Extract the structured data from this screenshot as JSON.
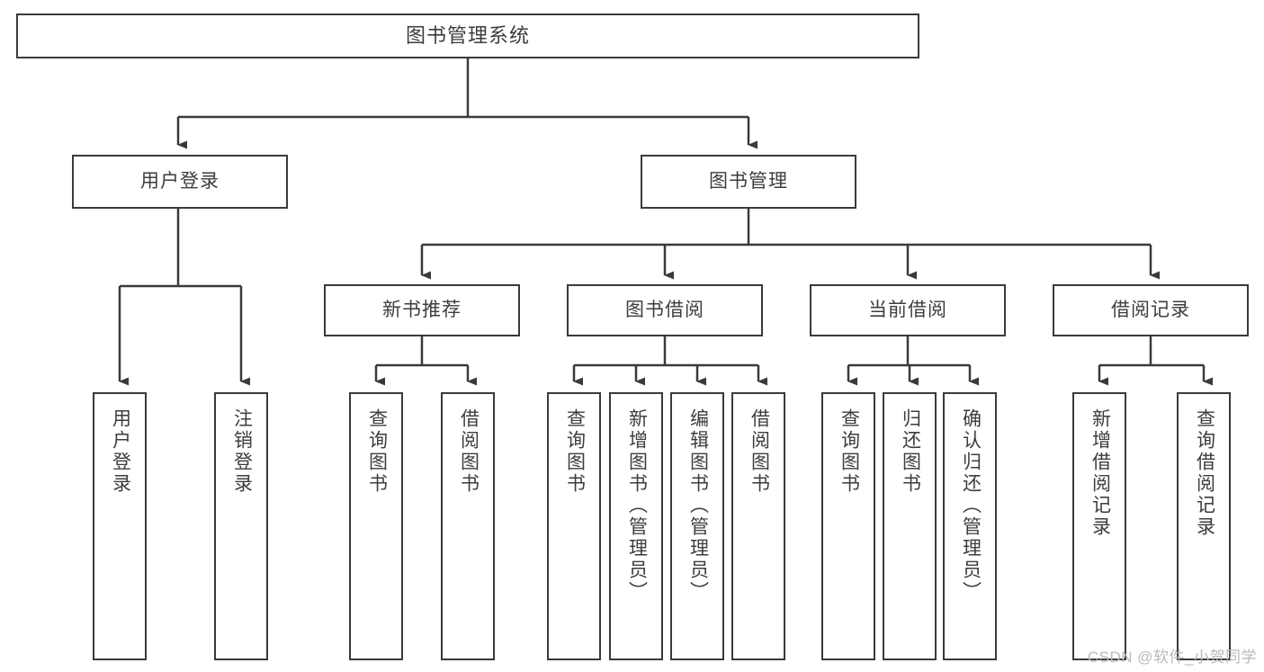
{
  "diagram": {
    "title": "图书管理系统",
    "type": "tree-hierarchy",
    "colors": {
      "box_border": "#3a3a3a",
      "box_fill": "#ffffff",
      "edge": "#3a3a3a",
      "text": "#3d3d3d",
      "watermark": "#b9b9b9",
      "background": "#ffffff"
    },
    "watermark": "CSDN @软件_小贺同学",
    "root": {
      "label": "图书管理系统",
      "children": [
        {
          "label": "用户登录",
          "children": [
            {
              "label": "用户登录"
            },
            {
              "label": "注销登录"
            }
          ]
        },
        {
          "label": "图书管理",
          "children": [
            {
              "label": "新书推荐",
              "children": [
                {
                  "label": "查询图书"
                },
                {
                  "label": "借阅图书"
                }
              ]
            },
            {
              "label": "图书借阅",
              "children": [
                {
                  "label": "查询图书"
                },
                {
                  "label": "新增图书（管理员）"
                },
                {
                  "label": "编辑图书（管理员）"
                },
                {
                  "label": "借阅图书"
                }
              ]
            },
            {
              "label": "当前借阅",
              "children": [
                {
                  "label": "查询图书"
                },
                {
                  "label": "归还图书"
                },
                {
                  "label": "确认归还（管理员）"
                }
              ]
            },
            {
              "label": "借阅记录",
              "children": [
                {
                  "label": "新增借阅记录"
                },
                {
                  "label": "查询借阅记录"
                }
              ]
            }
          ]
        }
      ]
    },
    "nodes": {
      "root": "图书管理系统",
      "l2_user_login": "用户登录",
      "l2_book_manage": "图书管理",
      "l3_new_book_rec": "新书推荐",
      "l3_book_borrow": "图书借阅",
      "l3_current_borrow": "当前借阅",
      "l3_borrow_record": "借阅记录",
      "leaf_user_login": "用户登录",
      "leaf_logout": "注销登录",
      "leaf_query_book_a": "查询图书",
      "leaf_borrow_book_a": "借阅图书",
      "leaf_query_book_b": "查询图书",
      "leaf_add_book_admin": "新增图书（管理员）",
      "leaf_edit_book_admin": "编辑图书（管理员）",
      "leaf_borrow_book_b": "借阅图书",
      "leaf_query_book_c": "查询图书",
      "leaf_return_book": "归还图书",
      "leaf_confirm_return_admin": "确认归还（管理员）",
      "leaf_add_record": "新增借阅记录",
      "leaf_query_record": "查询借阅记录"
    }
  }
}
